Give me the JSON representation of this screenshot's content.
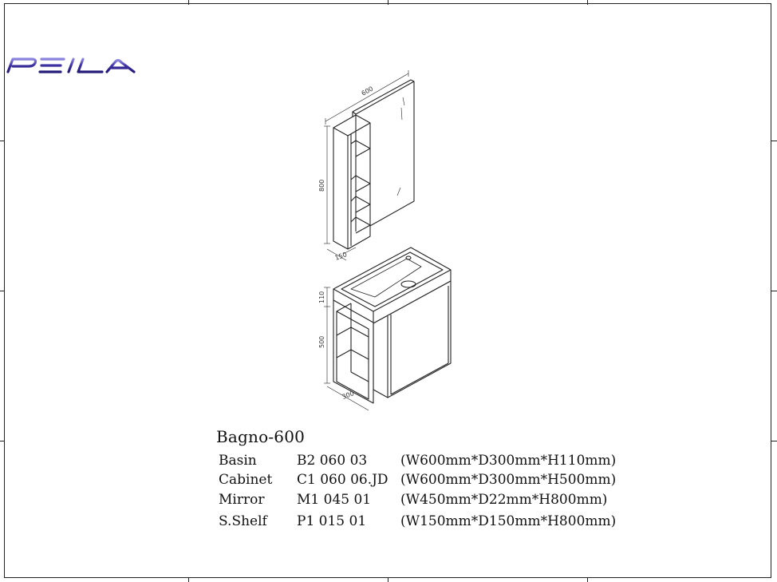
{
  "brand": {
    "logo_text": "PEILA",
    "color": "#3b2fa0"
  },
  "dimensions": {
    "width": "600",
    "height_mirror": "800",
    "depth_shelf": "150",
    "height_basin": "110",
    "height_cabinet": "500",
    "depth_cabinet": "300"
  },
  "product": {
    "title": "Bagno-600",
    "items": [
      {
        "name": "Basin",
        "code": "B2 060 03",
        "dims": "(W600mm*D300mm*H110mm)"
      },
      {
        "name": "Cabinet",
        "code": "C1 060 06.JD",
        "dims": "(W600mm*D300mm*H500mm)"
      },
      {
        "name": "Mirror",
        "code": "M1 045 01",
        "dims": "(W450mm*D22mm*H800mm)"
      },
      {
        "name": "S.Shelf",
        "code": "P1 015 01",
        "dims": "(W150mm*D150mm*H800mm)"
      }
    ]
  }
}
